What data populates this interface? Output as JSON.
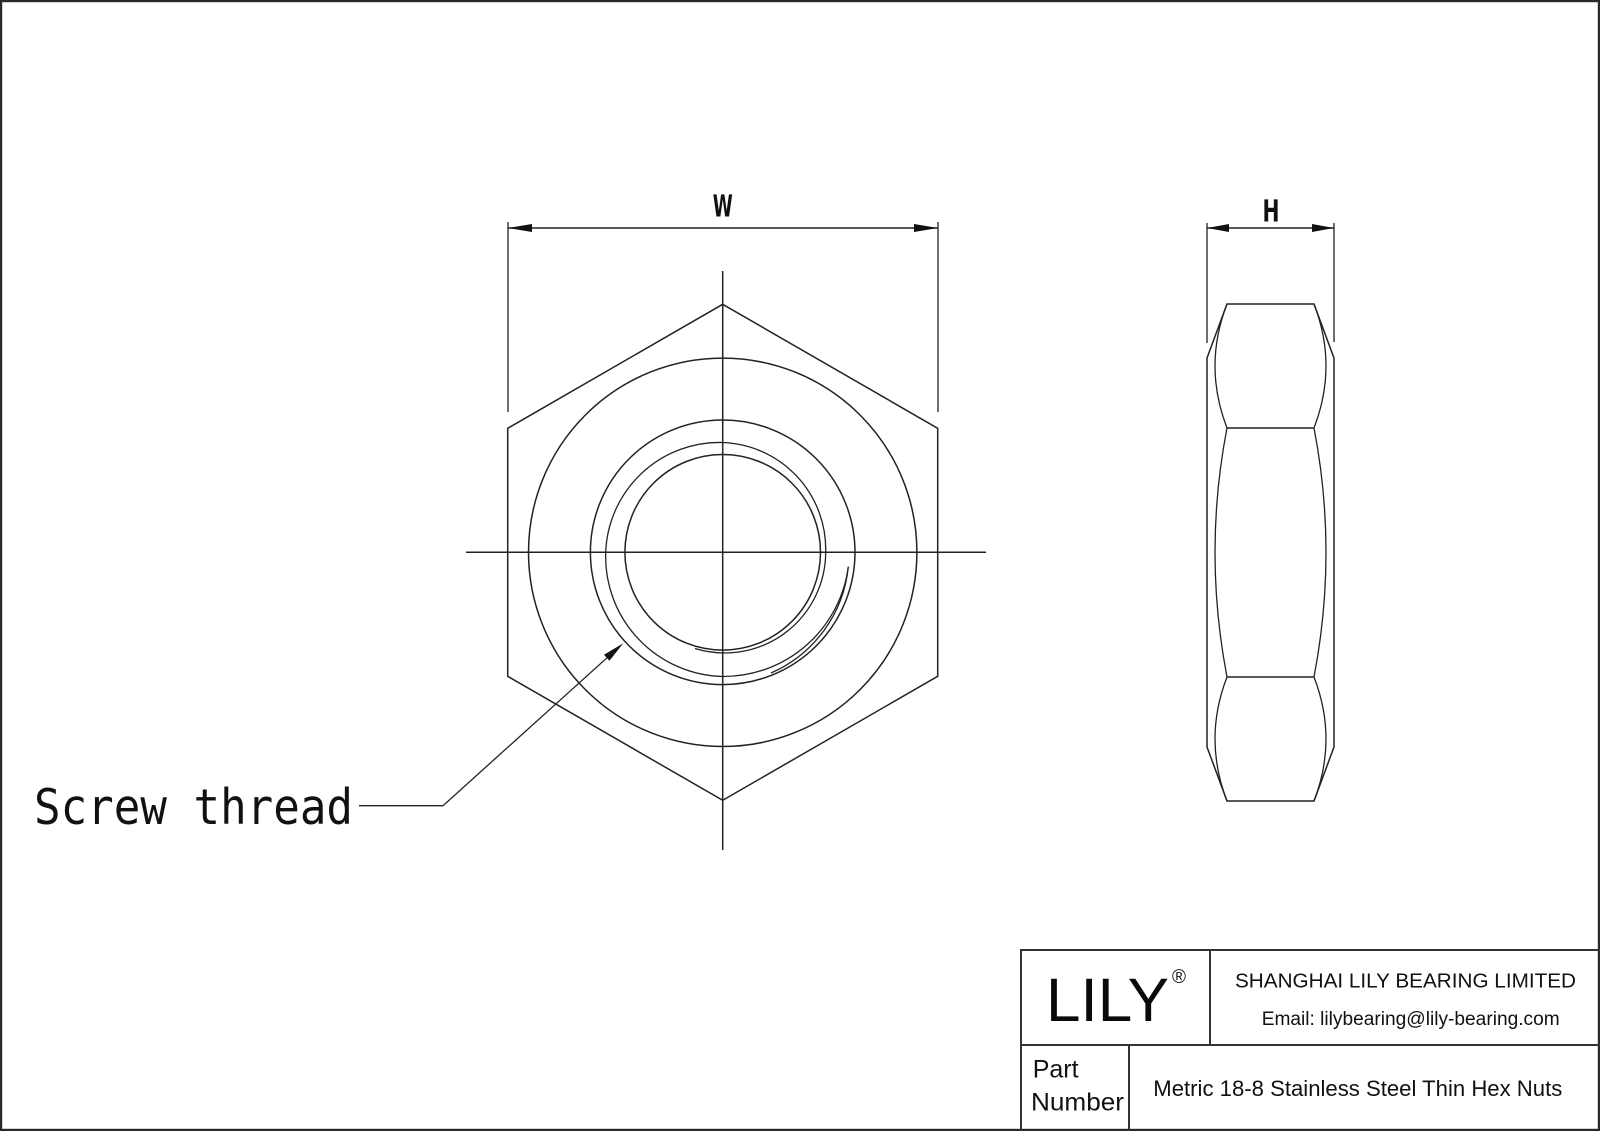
{
  "drawing": {
    "kind": "technical drawing",
    "front_view": {
      "dimension_label": "W"
    },
    "side_view": {
      "dimension_label": "H"
    },
    "callout": {
      "label": "Screw thread"
    }
  },
  "title_block": {
    "logo": "LILY",
    "logo_mark": "®",
    "company": "SHANGHAI LILY BEARING LIMITED",
    "email": "Email: lilybearing@lily-bearing.com",
    "part_label_line1": "Part",
    "part_label_line2": "Number",
    "part_value": "Metric 18-8 Stainless Steel Thin Hex Nuts"
  },
  "colors": {
    "line": "#222222",
    "background": "#ffffff"
  }
}
